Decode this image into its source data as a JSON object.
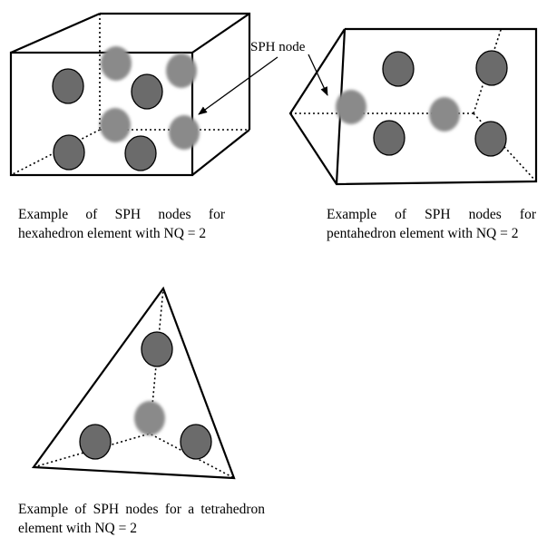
{
  "callout": {
    "label": "SPH node"
  },
  "captions": {
    "hexahedron": "Example of SPH nodes for hexahedron element with NQ = 2",
    "pentahedron": "Example of SPH nodes for pentahedron element with NQ = 2",
    "tetrahedron": "Example of SPH nodes for a tetrahedron element with NQ = 2"
  },
  "colors": {
    "node_fill": "#6b6b6b",
    "node_blur": "#8a8a8a",
    "edge": "#000000"
  }
}
